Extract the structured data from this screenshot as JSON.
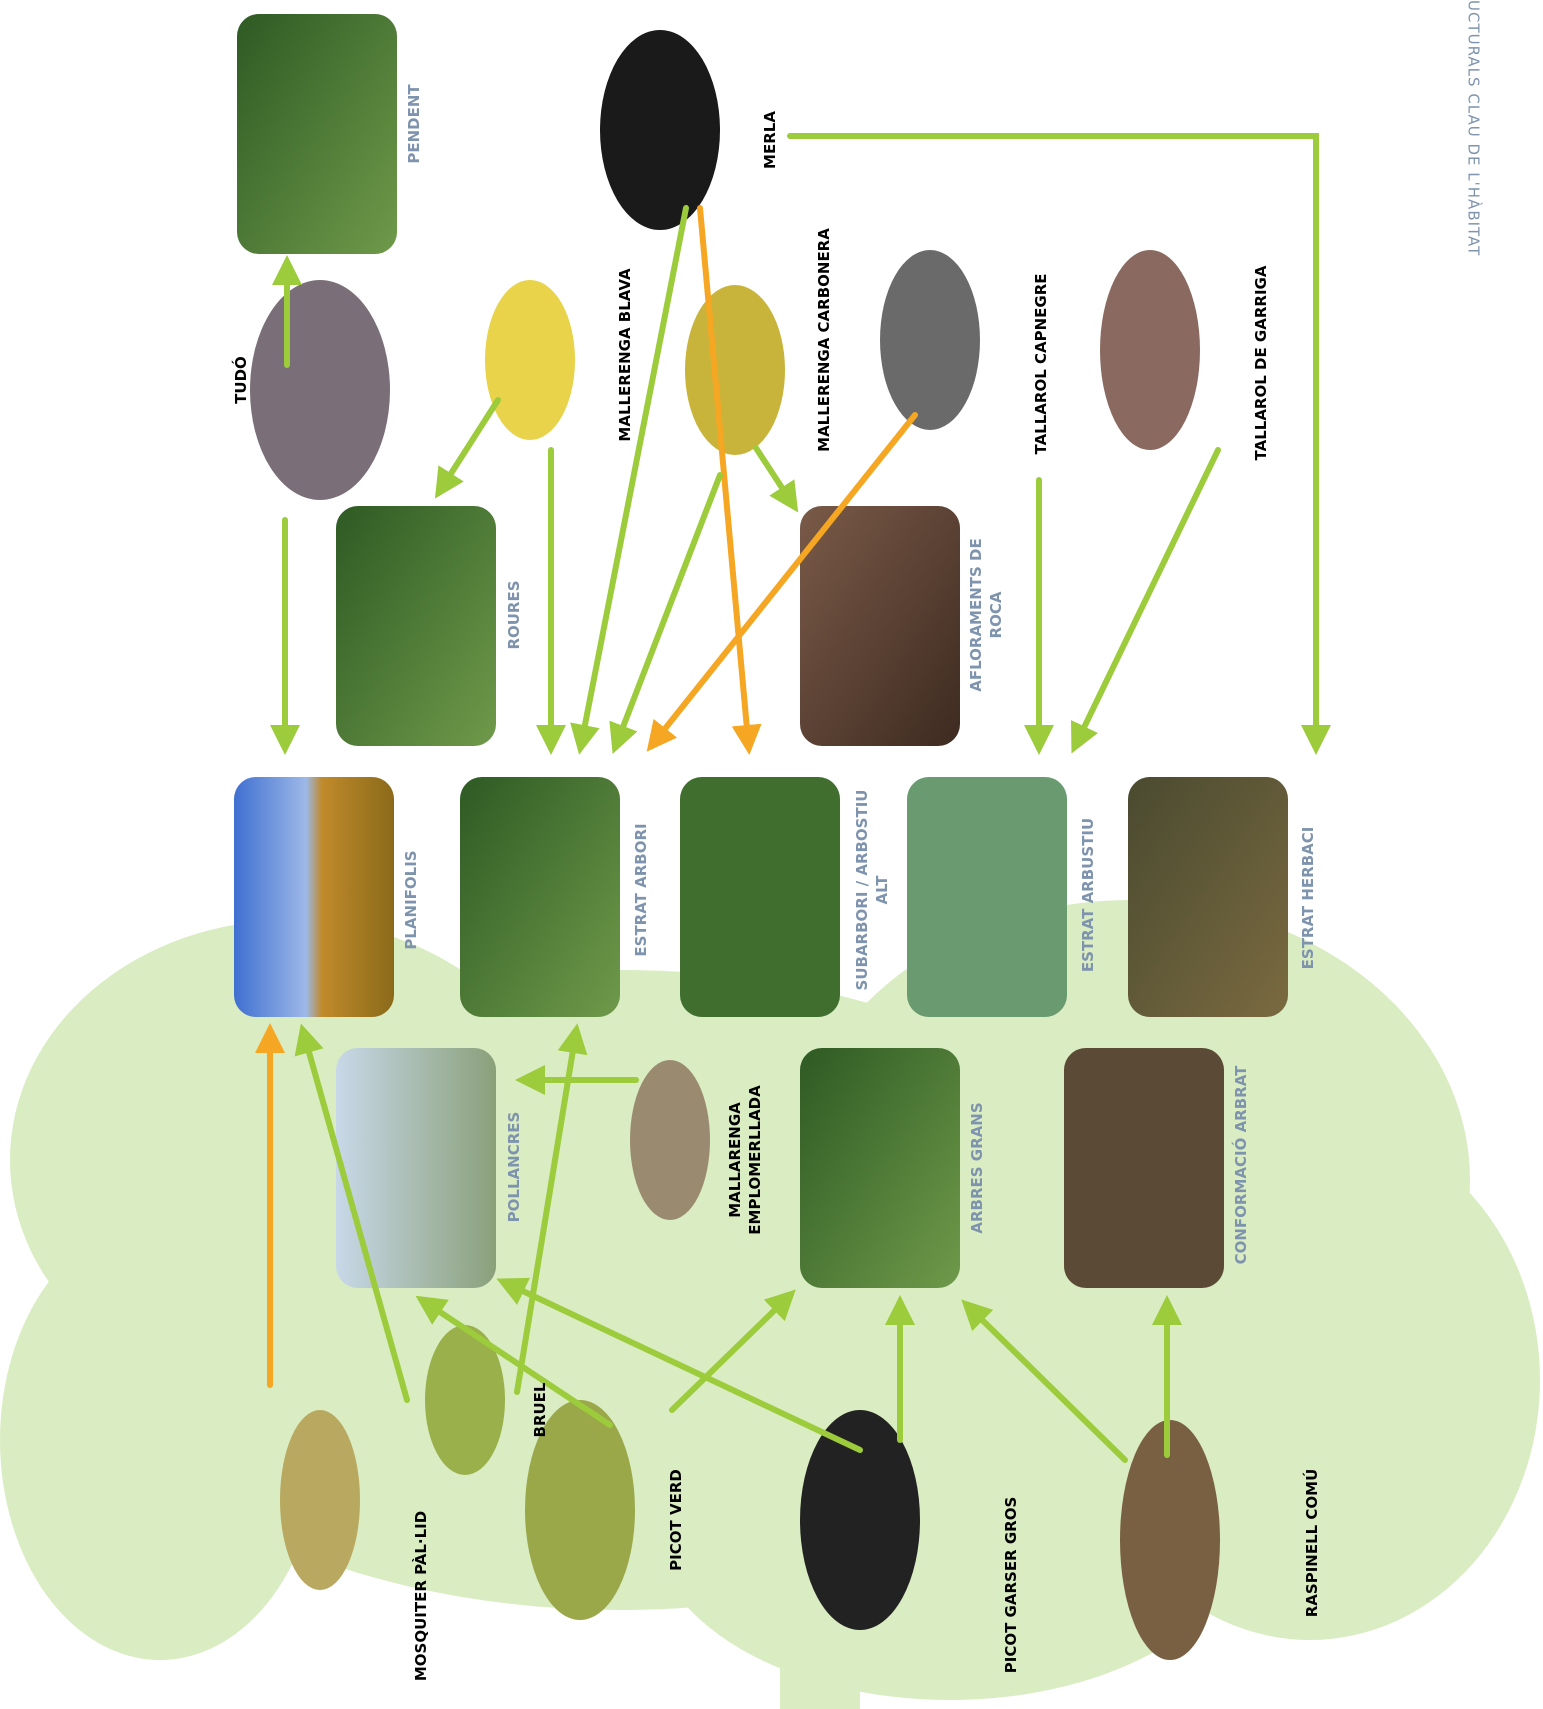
{
  "side_title": "UCTURALS CLAU DE L'HÀBITAT",
  "colors": {
    "green": "#9ccb3c",
    "orange": "#f5a623",
    "tree": "#d9ecc2",
    "blue_label": "#7e93ad",
    "black_label": "#000000"
  },
  "habitats": {
    "pendent": "PENDENT",
    "roures": "ROURES",
    "aflor1": "AFLORAMENTS DE",
    "aflor2": "ROCA",
    "planifolis": "PLANIFOLIS",
    "estrat_arbori": "ESTRAT ARBORI",
    "subarbori1": "SUBARBORI / ARBOSTIU",
    "subarbori2": "ALT",
    "estrat_arbustiu": "ESTRAT ARBUSTIU",
    "estrat_herbaci": "ESTRAT HERBACI",
    "pollancres": "POLLANCRES",
    "arbres_grans": "ARBRES GRANS",
    "conformacio": "CONFORMACIÓ ARBRAT"
  },
  "birds": {
    "tudo": "TUDÓ",
    "merla": "MERLA",
    "mallerenga_blava": "MALLERENGA BLAVA",
    "mallerenga_carbonera": "MALLERENGA CARBONERA",
    "tallarol_capnegre": "TALLAROL CAPNEGRE",
    "tallarol_garriga": "TALLAROL DE GARRIGA",
    "mallarenga_empl1": "MALLARENGA",
    "mallarenga_empl2": "EMPLOMERLLADA",
    "bruel": "BRUEL",
    "mosquiter": "MOSQUITER PÀL·LID",
    "picot_verd": "PICOT VERD",
    "picot_garser": "PICOT GARSER GROS",
    "raspinell": "RASPINELL COMÚ"
  }
}
